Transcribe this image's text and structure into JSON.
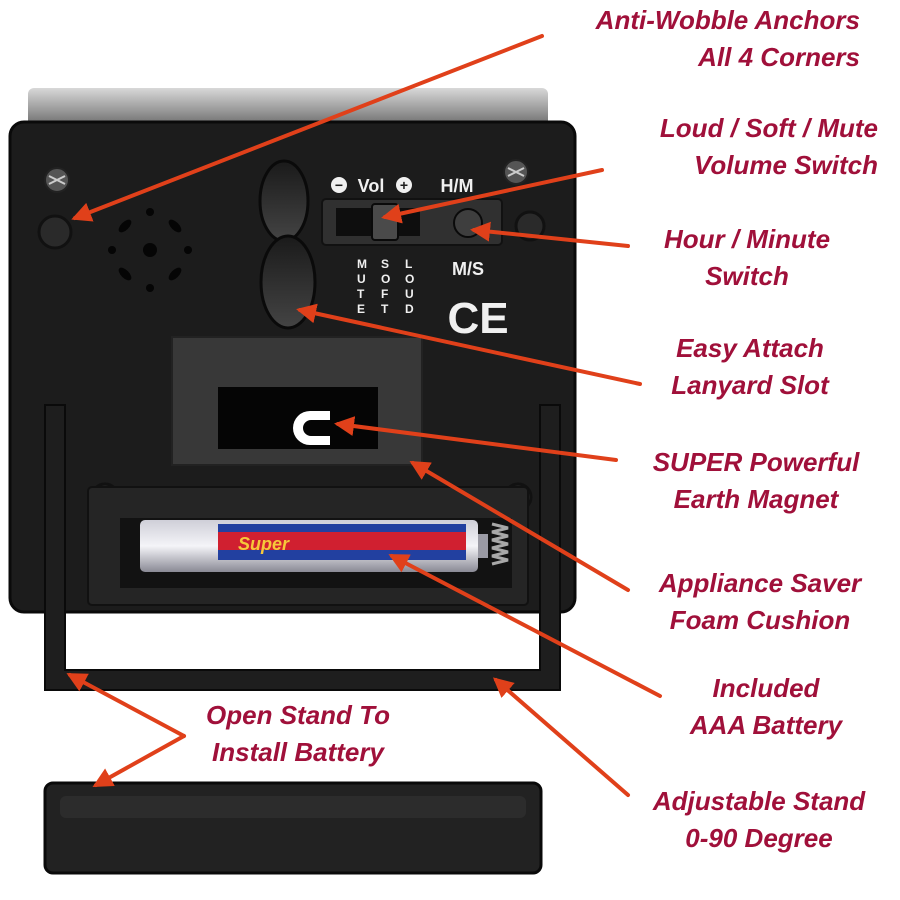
{
  "accent_color": "#a0103a",
  "arrow_color": "#e0401a",
  "device": {
    "switch_vol_label": "Vol",
    "switch_minus": "−",
    "switch_plus": "+",
    "hm_label": "H/M",
    "ms_label": "M/S",
    "mute_label": "MUTE",
    "soft_label": "SOFT",
    "loud_label": "LOUD",
    "ce_mark": "CE",
    "battery_brand": "Super",
    "magnet_icon": "magnet-icon"
  },
  "callouts": [
    {
      "id": "anchors",
      "lines": [
        "Anti-Wobble Anchors",
        "All 4 Corners"
      ]
    },
    {
      "id": "volume",
      "lines": [
        "Loud / Soft / Mute",
        "Volume Switch"
      ]
    },
    {
      "id": "hour-minute",
      "lines": [
        "Hour / Minute",
        "Switch"
      ]
    },
    {
      "id": "lanyard",
      "lines": [
        "Easy Attach",
        "Lanyard Slot"
      ]
    },
    {
      "id": "magnet",
      "lines": [
        "SUPER Powerful",
        "Earth Magnet"
      ]
    },
    {
      "id": "foam",
      "lines": [
        "Appliance Saver",
        "Foam Cushion"
      ]
    },
    {
      "id": "battery",
      "lines": [
        "Included",
        "AAA Battery"
      ]
    },
    {
      "id": "open-stand",
      "lines": [
        "Open Stand To",
        "Install Battery"
      ]
    },
    {
      "id": "stand",
      "lines": [
        "Adjustable Stand",
        "0-90 Degree"
      ]
    }
  ]
}
